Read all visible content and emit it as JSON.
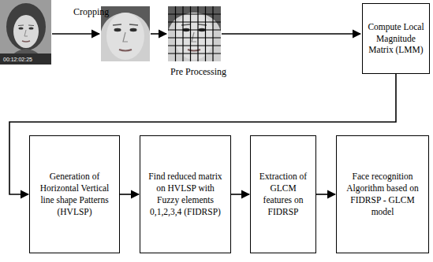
{
  "diagram": {
    "nodes": [
      {
        "text": [
          "Compute Local Magnitude Matrix (LMM)"
        ]
      },
      {
        "text": [
          "Generation of Horizontal Vertical line shape Patterns (HVLSP)"
        ]
      },
      {
        "text": [
          "Find reduced matrix on HVLSP with Fuzzy elements 0,1,2,3,4 (FIDRSP)"
        ]
      },
      {
        "text": [
          "Extraction of GLCM features on FIDRSP"
        ]
      },
      {
        "text": [
          "Face recognition Algorithm based on FIDRSP - GLCM model"
        ]
      }
    ],
    "edges": [
      {
        "from": 0,
        "to": 1,
        "arrow": "to"
      },
      {
        "from": 1,
        "to": 2,
        "arrow": "to"
      },
      {
        "from": 2,
        "to": 3,
        "arrow": "to"
      },
      {
        "from": 3,
        "to": 4,
        "arrow": "to"
      }
    ],
    "labels": [
      "Cropping",
      "00:12:02:25",
      "Pre Processing"
    ]
  }
}
